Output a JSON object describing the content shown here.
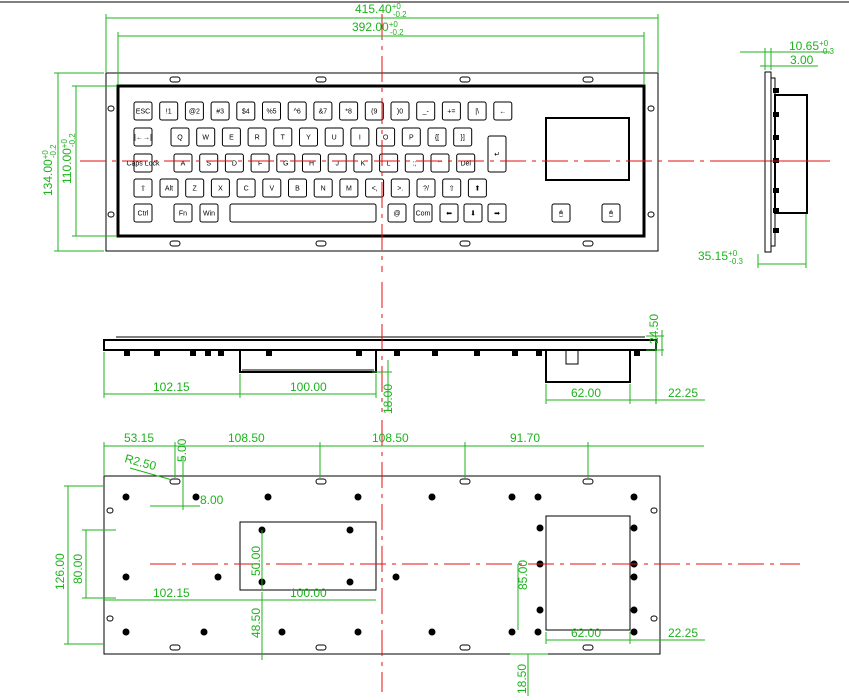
{
  "colors": {
    "dimension": "#1db31d",
    "centerline": "#e01010",
    "outline": "#000000"
  },
  "front_view": {
    "overall_width": {
      "base": "415.40",
      "sup": "+0",
      "sub": "-0.2"
    },
    "inner_width": {
      "base": "392.00",
      "sup": "+0",
      "sub": "-0.2"
    },
    "overall_height": {
      "base": "134.00",
      "sup": "+0",
      "sub": "-0.2"
    },
    "inner_height": {
      "base": "110.00",
      "sup": "+0",
      "sub": "-0.2"
    },
    "row1": [
      "ESC",
      "!1",
      "@2",
      "#3",
      "$4",
      "%5",
      "^6",
      "&7",
      "*8",
      "(9",
      ")0",
      "_-",
      "+=",
      "|\\",
      "←"
    ],
    "row2_first": "|←→|",
    "row2": [
      "Q",
      "W",
      "E",
      "R",
      "T",
      "Y",
      "U",
      "I",
      "O",
      "P",
      "{[",
      "}]"
    ],
    "row3_first": "Caps Lock",
    "row3": [
      "A",
      "S",
      "D",
      "F",
      "G",
      "H",
      "J",
      "K",
      "L",
      ":;",
      "\"'",
      "Del"
    ],
    "row4_first": "⇧",
    "row4": [
      "Alt",
      "Z",
      "X",
      "C",
      "V",
      "B",
      "N",
      "M",
      "<,",
      ">.",
      "?/",
      "⇧",
      "⬆"
    ],
    "row5": [
      "Ctrl",
      "Fn",
      "Win",
      "@",
      "Com",
      "⬅",
      "⬇",
      "➡"
    ],
    "enter_key": "↵",
    "mouse_left": "🖱",
    "mouse_right": "🖱"
  },
  "side_view": {
    "dim_top": {
      "base": "10.65",
      "sup": "+0",
      "sub": "-0.3"
    },
    "dim_mid": "3.00",
    "dim_bottom": {
      "base": "35.15",
      "sup": "+0",
      "sub": "-0.3"
    }
  },
  "middle_view": {
    "d_left": "102.15",
    "d_box": "100.00",
    "d_depth": "18.00",
    "d_pad": "62.00",
    "d_right": "22.25",
    "d_height": "24.50"
  },
  "bottom_view": {
    "d_53": "53.15",
    "d_5": "5.00",
    "d_108a": "108.50",
    "d_108b": "108.50",
    "d_91": "91.70",
    "d_r": "R2.50",
    "d_8": "8.00",
    "d_126": "126.00",
    "d_80": "80.00",
    "d_50": "50.00",
    "d_102": "102.15",
    "d_100": "100.00",
    "d_48": "48.50",
    "d_85": "85.00",
    "d_62": "62.00",
    "d_22": "22.25",
    "d_18": "18.50"
  }
}
